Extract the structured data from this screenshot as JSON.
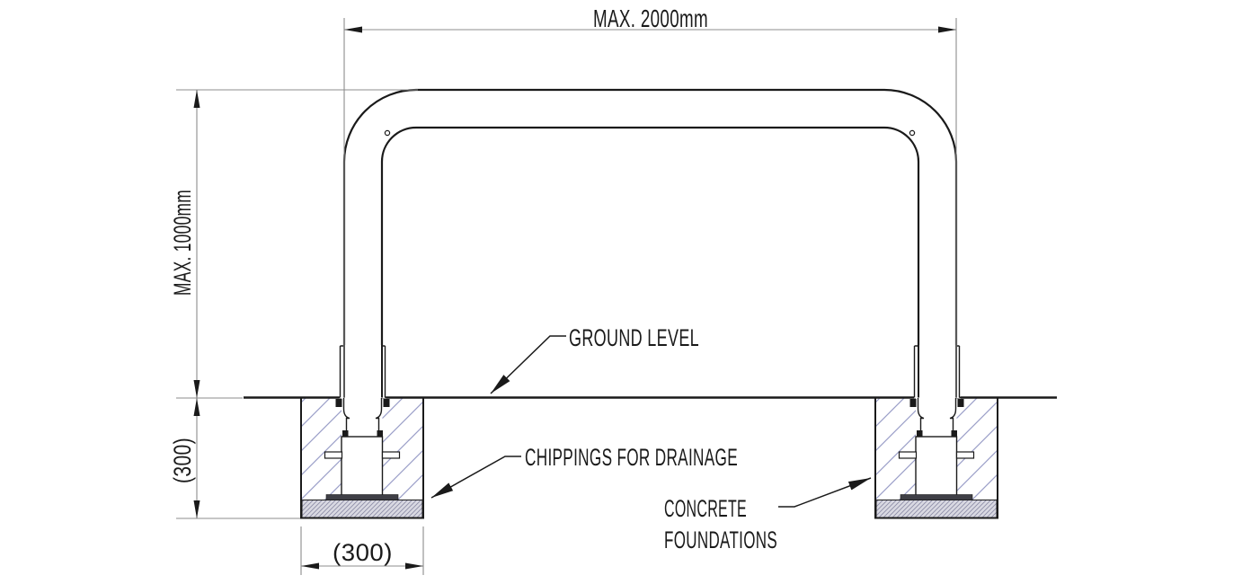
{
  "drawing": {
    "type": "technical-elevation",
    "subject": "hoop barrier with concrete foundations",
    "dimensions": {
      "overall_width": "MAX. 2000mm",
      "overall_height": "MAX. 1000mm",
      "foundation_depth": "(300)",
      "foundation_width": "(300)"
    },
    "annotations": {
      "ground_level": "GROUND LEVEL",
      "chippings": "CHIPPINGS FOR DRAINAGE",
      "concrete_line1": "CONCRETE",
      "concrete_line2": "FOUNDATIONS"
    },
    "colors": {
      "background": "#ffffff",
      "object_line": "#1a1a1a",
      "dimension_line": "#8c8c8c",
      "hatch_line": "#9a9ec8",
      "chippings_fill": "#d9d9e2",
      "chippings_hatch": "#8f8fa8",
      "base_plate": "#3f3f46"
    }
  }
}
